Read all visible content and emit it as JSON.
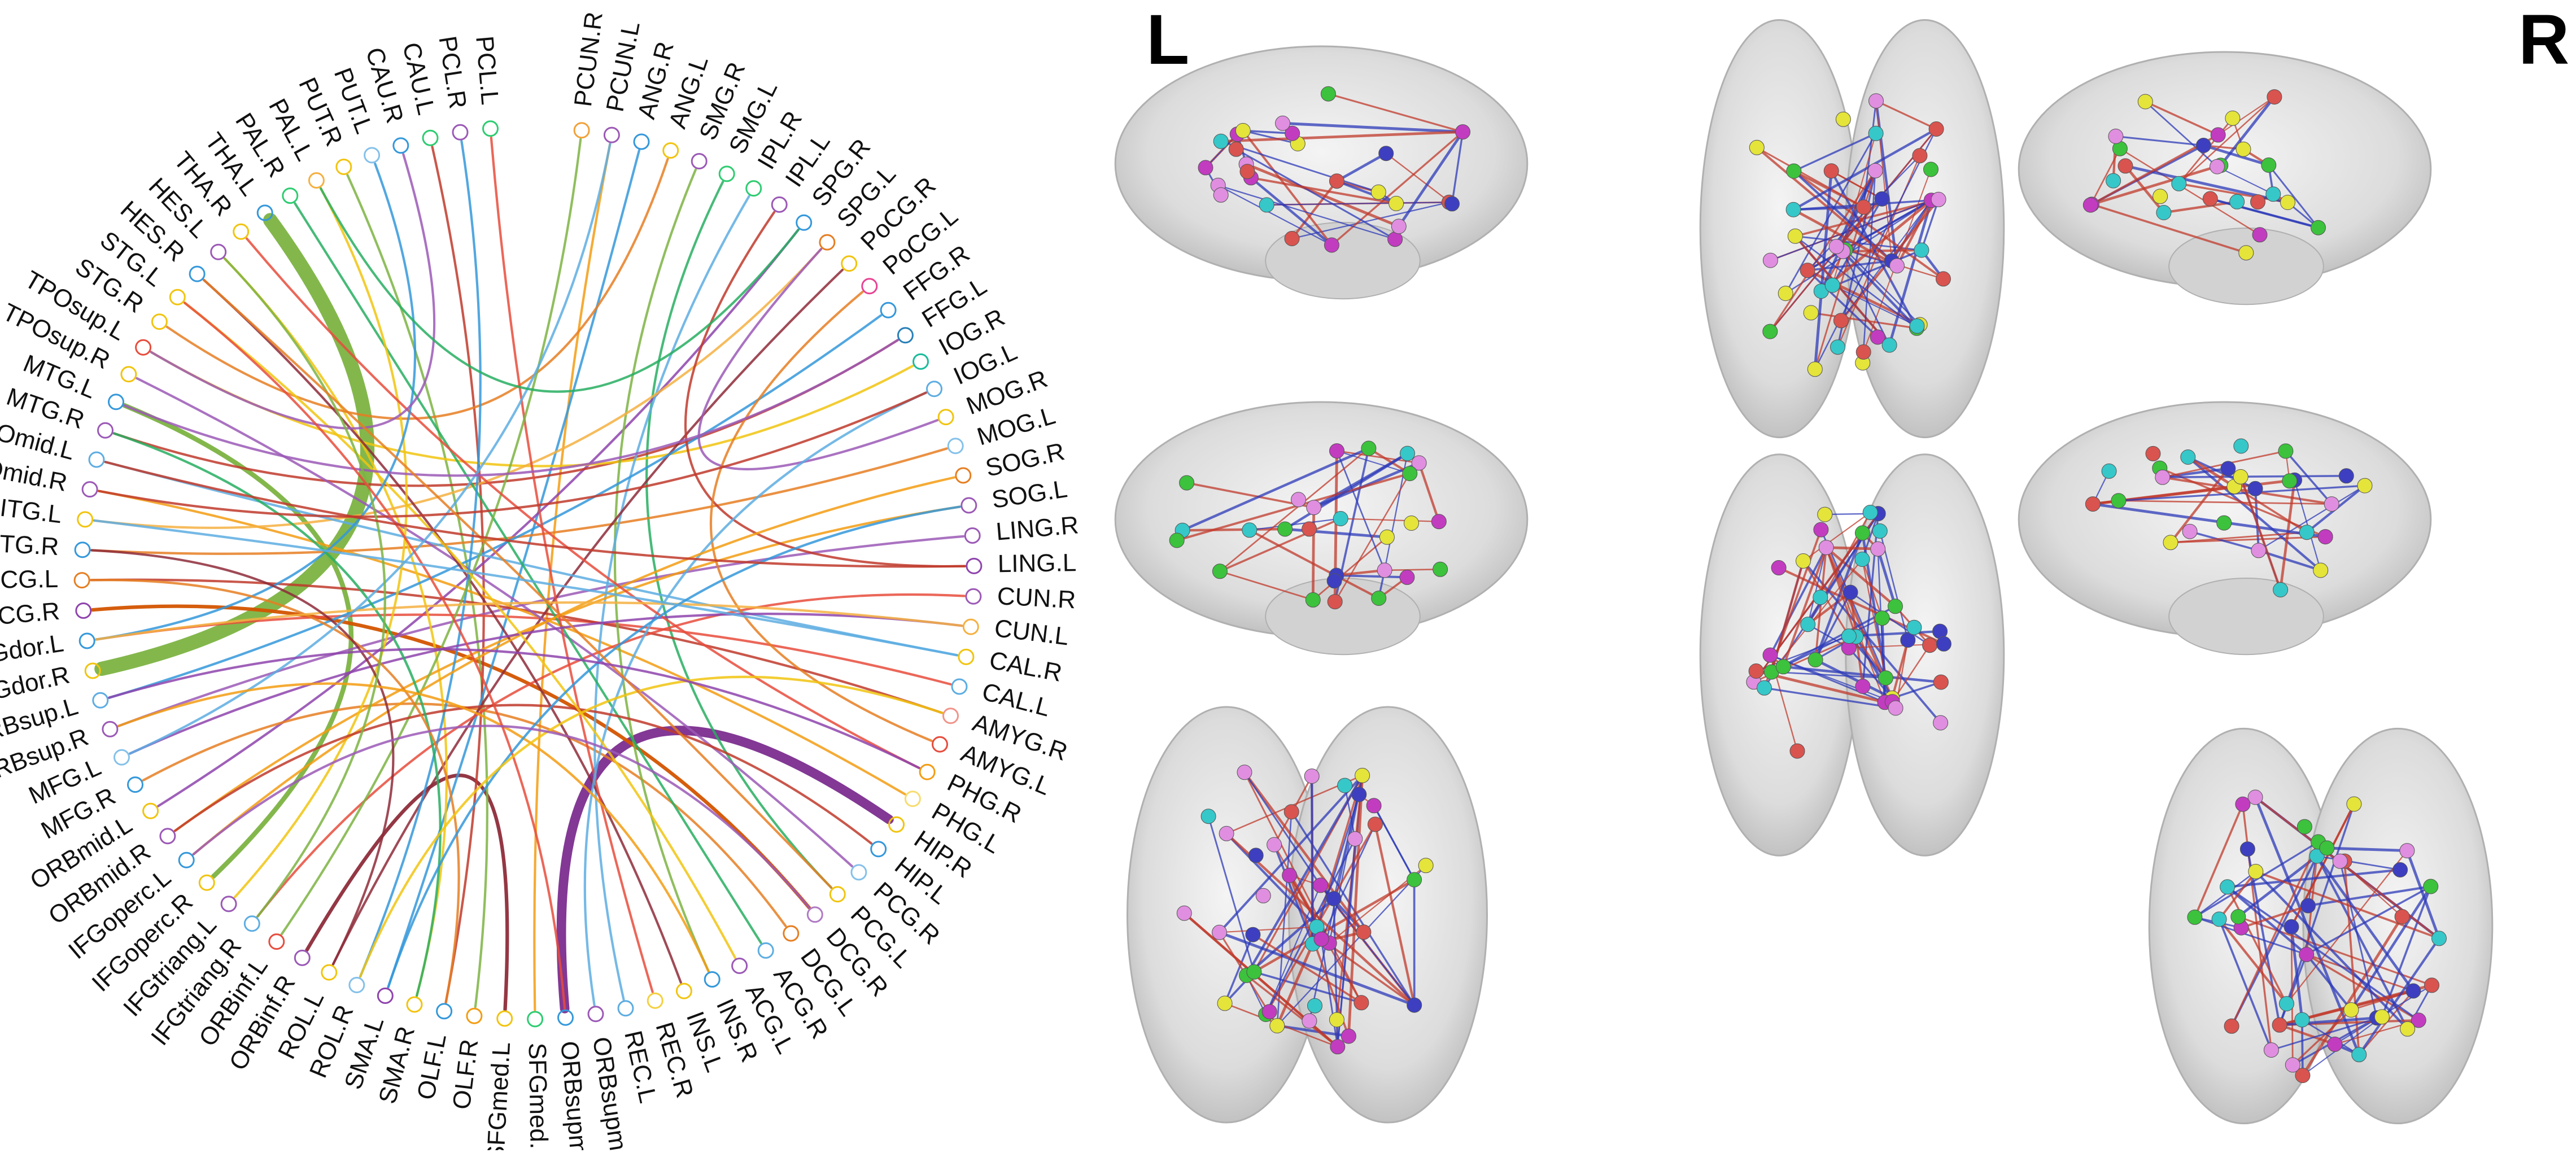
{
  "chord": {
    "labels": [
      "PCUN.R",
      "PCUN.L",
      "ANG.R",
      "ANG.L",
      "SMG.R",
      "SMG.L",
      "IPL.R",
      "IPL.L",
      "SPG.R",
      "SPG.L",
      "PoCG.R",
      "PoCG.L",
      "FFG.R",
      "FFG.L",
      "IOG.R",
      "IOG.L",
      "MOG.R",
      "MOG.L",
      "SOG.R",
      "SOG.L",
      "LING.R",
      "LING.L",
      "CUN.R",
      "CUN.L",
      "CAL.R",
      "CAL.L",
      "AMYG.R",
      "AMYG.L",
      "PHG.R",
      "PHG.L",
      "HIP.R",
      "HIP.L",
      "PCG.R",
      "PCG.L",
      "DCG.R",
      "DCG.L",
      "ACG.R",
      "ACG.L",
      "INS.R",
      "INS.L",
      "REC.R",
      "REC.L",
      "ORBsupmed.R",
      "ORBsupmed.L",
      "SFGmed.R",
      "SFGmed.L",
      "OLF.R",
      "OLF.L",
      "SMA.R",
      "SMA.L",
      "ROL.R",
      "ROL.L",
      "ORBinf.R",
      "ORBinf.L",
      "IFGtriang.R",
      "IFGtriang.L",
      "IFGoperc.R",
      "IFGoperc.L",
      "ORBmid.R",
      "ORBmid.L",
      "MFG.R",
      "MFG.L",
      "ORBsup.R",
      "ORBsup.L",
      "SFGdor.R",
      "SFGdor.L",
      "PreCG.R",
      "PreCG.L",
      "ITG.R",
      "ITG.L",
      "TPOmid.R",
      "TPOmid.L",
      "MTG.R",
      "MTG.L",
      "TPOsup.R",
      "TPOsup.L",
      "STG.R",
      "STG.L",
      "HES.R",
      "HES.L",
      "THA.R",
      "THA.L",
      "PAL.R",
      "PAL.L",
      "PUT.R",
      "PUT.L",
      "CAU.R",
      "CAU.L",
      "PCL.R",
      "PCL.L"
    ],
    "node_colors": [
      "#f2a13a",
      "#9b59b6",
      "#3498db",
      "#f1c40f",
      "#9b59b6",
      "#2ecc71",
      "#2ecc71",
      "#9b59b6",
      "#3498db",
      "#e67e22",
      "#f1c40f",
      "#e84393",
      "#3498db",
      "#2980b9",
      "#1abc9c",
      "#5dade2",
      "#f1c40f",
      "#85c1e9",
      "#e67e22",
      "#9b59b6",
      "#9b59b6",
      "#8e44ad",
      "#9b59b6",
      "#f5b041",
      "#f1c40f",
      "#5dade2",
      "#f1948a",
      "#e74c3c",
      "#f39c12",
      "#f7dc6f",
      "#f1c40f",
      "#3498db",
      "#85c1e9",
      "#f1c40f",
      "#af7ac5",
      "#e67e22",
      "#5dade2",
      "#9b59b6",
      "#3498db",
      "#f1c40f",
      "#f4d03f",
      "#5dade2",
      "#9b59b6",
      "#3498db",
      "#2ecc71",
      "#f1c40f",
      "#f39c12",
      "#3498db",
      "#f1c40f",
      "#8e44ad",
      "#85c1e9",
      "#f1c40f",
      "#9b59b6",
      "#e74c3c",
      "#5dade2",
      "#9b59b6",
      "#f1c40f",
      "#3498db",
      "#9b59b6",
      "#f1c40f",
      "#3498db",
      "#85c1e9",
      "#9b59b6",
      "#5dade2",
      "#f1c40f",
      "#3498db",
      "#8e44ad",
      "#e67e22",
      "#3498db",
      "#f1c40f",
      "#9b59b6",
      "#5dade2",
      "#9b59b6",
      "#3498db",
      "#f1c40f",
      "#e74c3c",
      "#f1c40f",
      "#f1c40f",
      "#3498db",
      "#9b59b6",
      "#f1c40f",
      "#3498db",
      "#2ecc71",
      "#f5b041",
      "#f1c40f",
      "#85c1e9",
      "#3498db",
      "#2ecc71",
      "#9b59b6",
      "#2ecc71"
    ],
    "edges": [
      {
        "a": "SFGdor.R",
        "b": "THA.L",
        "weight": 6,
        "color": "#7cb342"
      },
      {
        "a": "ORBsupmed.L",
        "b": "HIP.R",
        "weight": 4,
        "color": "#7b2d8e"
      },
      {
        "a": "IFGoperc.R",
        "b": "MTG.L",
        "weight": 2,
        "color": "#7cb342"
      },
      {
        "a": "ORBinf.R",
        "b": "SFGmed.L",
        "weight": 1.5,
        "color": "#8e2c3a"
      },
      {
        "a": "PreCG.R",
        "b": "DCG.R",
        "weight": 1.5,
        "color": "#d35400"
      },
      {
        "a": "PUT.R",
        "b": "OLF.R",
        "weight": 1,
        "color": "#7cb342"
      },
      {
        "a": "CAU.L",
        "b": "OLF.L",
        "weight": 1,
        "color": "#c0392b"
      },
      {
        "a": "PCUN.L",
        "b": "SFGmed.R",
        "weight": 1,
        "color": "#f39c12"
      },
      {
        "a": "ANG.R",
        "b": "SMA.L",
        "weight": 1,
        "color": "#3498db"
      },
      {
        "a": "SMG.L",
        "b": "PCG.L",
        "weight": 1,
        "color": "#27ae60"
      },
      {
        "a": "SPG.R",
        "b": "ORBmid.L",
        "weight": 1,
        "color": "#8e44ad"
      },
      {
        "a": "FFG.L",
        "b": "MTG.R",
        "weight": 1,
        "color": "#c0392b"
      },
      {
        "a": "IOG.R",
        "b": "TPOsup.L",
        "weight": 1,
        "color": "#f1c40f"
      },
      {
        "a": "MOG.L",
        "b": "ITG.R",
        "weight": 1,
        "color": "#e67e22"
      },
      {
        "a": "LING.R",
        "b": "ORBsup.R",
        "weight": 1,
        "color": "#9b59b6"
      },
      {
        "a": "CAL.L",
        "b": "SFGdor.L",
        "weight": 1,
        "color": "#e74c3c"
      },
      {
        "a": "AMYG.R",
        "b": "PreCG.L",
        "weight": 1,
        "color": "#c0392b"
      },
      {
        "a": "PHG.L",
        "b": "TPOmid.R",
        "weight": 1,
        "color": "#f39c12"
      },
      {
        "a": "DCG.L",
        "b": "MFG.R",
        "weight": 1,
        "color": "#e67e22"
      },
      {
        "a": "INS.R",
        "b": "SMG.R",
        "weight": 1,
        "color": "#7cb342"
      },
      {
        "a": "REC.L",
        "b": "IPL.R",
        "weight": 1,
        "color": "#5dade2"
      },
      {
        "a": "ROL.L",
        "b": "PoCG.R",
        "weight": 1,
        "color": "#8e2c3a"
      },
      {
        "a": "SMA.R",
        "b": "HES.L",
        "weight": 1,
        "color": "#f1c40f"
      },
      {
        "a": "IFGtriang.R",
        "b": "CUN.R",
        "weight": 1,
        "color": "#e74c3c"
      },
      {
        "a": "ORBmid.R",
        "b": "SOG.L",
        "weight": 1,
        "color": "#f39c12"
      },
      {
        "a": "ORBsup.L",
        "b": "FFG.R",
        "weight": 1,
        "color": "#3498db"
      },
      {
        "a": "ITG.L",
        "b": "SPG.L",
        "weight": 1,
        "color": "#f5b041"
      },
      {
        "a": "TPOmid.L",
        "b": "CAL.R",
        "weight": 1,
        "color": "#5dade2"
      },
      {
        "a": "STG.R",
        "b": "ANG.L",
        "weight": 1,
        "color": "#e67e22"
      },
      {
        "a": "TPOsup.R",
        "b": "PCG.R",
        "weight": 1,
        "color": "#9b59b6"
      },
      {
        "a": "HES.R",
        "b": "INS.L",
        "weight": 1,
        "color": "#8e2c3a"
      },
      {
        "a": "PAL.R",
        "b": "ACG.R",
        "weight": 1,
        "color": "#27ae60"
      },
      {
        "a": "PAL.L",
        "b": "IFGtriang.L",
        "weight": 1,
        "color": "#f1c40f"
      },
      {
        "a": "PCL.R",
        "b": "ROL.R",
        "weight": 1,
        "color": "#3498db"
      },
      {
        "a": "PCL.L",
        "b": "REC.R",
        "weight": 1,
        "color": "#e74c3c"
      },
      {
        "a": "PCUN.R",
        "b": "ORBinf.L",
        "weight": 1,
        "color": "#7cb342"
      },
      {
        "a": "IPL.L",
        "b": "LING.L",
        "weight": 1,
        "color": "#c0392b"
      },
      {
        "a": "SPG.L",
        "b": "MOG.R",
        "weight": 1,
        "color": "#9b59b6"
      },
      {
        "a": "PoCG.L",
        "b": "AMYG.L",
        "weight": 1,
        "color": "#e67e22"
      },
      {
        "a": "IOG.L",
        "b": "ORBsupmed.R",
        "weight": 1,
        "color": "#5dade2"
      },
      {
        "a": "SOG.R",
        "b": "IFGoperc.L",
        "weight": 1,
        "color": "#f39c12"
      },
      {
        "a": "CUN.L",
        "b": "MFG.L",
        "weight": 1,
        "color": "#8e44ad"
      },
      {
        "a": "HIP.L",
        "b": "ORBmid.R",
        "weight": 1,
        "color": "#c0392b"
      },
      {
        "a": "ACG.L",
        "b": "STG.L",
        "weight": 1,
        "color": "#f1c40f"
      },
      {
        "a": "THA.R",
        "b": "PHG.R",
        "weight": 1,
        "color": "#e74c3c"
      },
      {
        "a": "PUT.L",
        "b": "SFGdor.L",
        "weight": 1,
        "color": "#3498db"
      },
      {
        "a": "CAU.R",
        "b": "TPOsup.L",
        "weight": 1,
        "color": "#9b59b6"
      },
      {
        "a": "MTG.R",
        "b": "SMA.R",
        "weight": 1,
        "color": "#27ae60"
      },
      {
        "a": "PreCG.L",
        "b": "OLF.L",
        "weight": 1,
        "color": "#e67e22"
      },
      {
        "a": "SFGdor.L",
        "b": "CUN.L",
        "weight": 1,
        "color": "#f5b041"
      },
      {
        "a": "ITG.R",
        "b": "ROL.L",
        "weight": 1,
        "color": "#8e2c3a"
      },
      {
        "a": "MFG.L",
        "b": "PCUN.L",
        "weight": 1,
        "color": "#5dade2"
      },
      {
        "a": "TPOmid.R",
        "b": "IOG.L",
        "weight": 1,
        "color": "#c0392b"
      },
      {
        "a": "ORBsup.R",
        "b": "INS.R",
        "weight": 1,
        "color": "#f39c12"
      },
      {
        "a": "MTG.L",
        "b": "FFG.L",
        "weight": 1,
        "color": "#9b59b6"
      },
      {
        "a": "HES.L",
        "b": "IFGtriang.R",
        "weight": 1,
        "color": "#7cb342"
      },
      {
        "a": "STG.L",
        "b": "ORBsupmed.L",
        "weight": 1,
        "color": "#e74c3c"
      },
      {
        "a": "SMA.L",
        "b": "SOG.L",
        "weight": 1,
        "color": "#3498db"
      },
      {
        "a": "ROL.R",
        "b": "AMYG.R",
        "weight": 1,
        "color": "#f1c40f"
      },
      {
        "a": "DCG.R",
        "b": "IFGoperc.L",
        "weight": 1,
        "color": "#9b59b6"
      },
      {
        "a": "PCG.L",
        "b": "HES.R",
        "weight": 1,
        "color": "#e67e22"
      },
      {
        "a": "SPG.R",
        "b": "PAL.L",
        "weight": 1,
        "color": "#27ae60"
      },
      {
        "a": "CAL.R",
        "b": "ITG.L",
        "weight": 1,
        "color": "#5dade2"
      },
      {
        "a": "LING.L",
        "b": "TPOmid.L",
        "weight": 1,
        "color": "#c0392b"
      },
      {
        "a": "PHG.R",
        "b": "ORBsup.L",
        "weight": 1,
        "color": "#8e44ad"
      }
    ]
  },
  "brain": {
    "hemi_left": "L",
    "hemi_right": "R",
    "node_colors": {
      "cyan": "#36c7c9",
      "green": "#3cc23c",
      "blue": "#3d3fc0",
      "magenta": "#c23cc0",
      "yellow": "#e4e43a",
      "pink": "#e08ee0",
      "red": "#d9534f"
    },
    "edge_colors": {
      "positive": "#c0392b",
      "negative": "#2c3ab8"
    }
  }
}
